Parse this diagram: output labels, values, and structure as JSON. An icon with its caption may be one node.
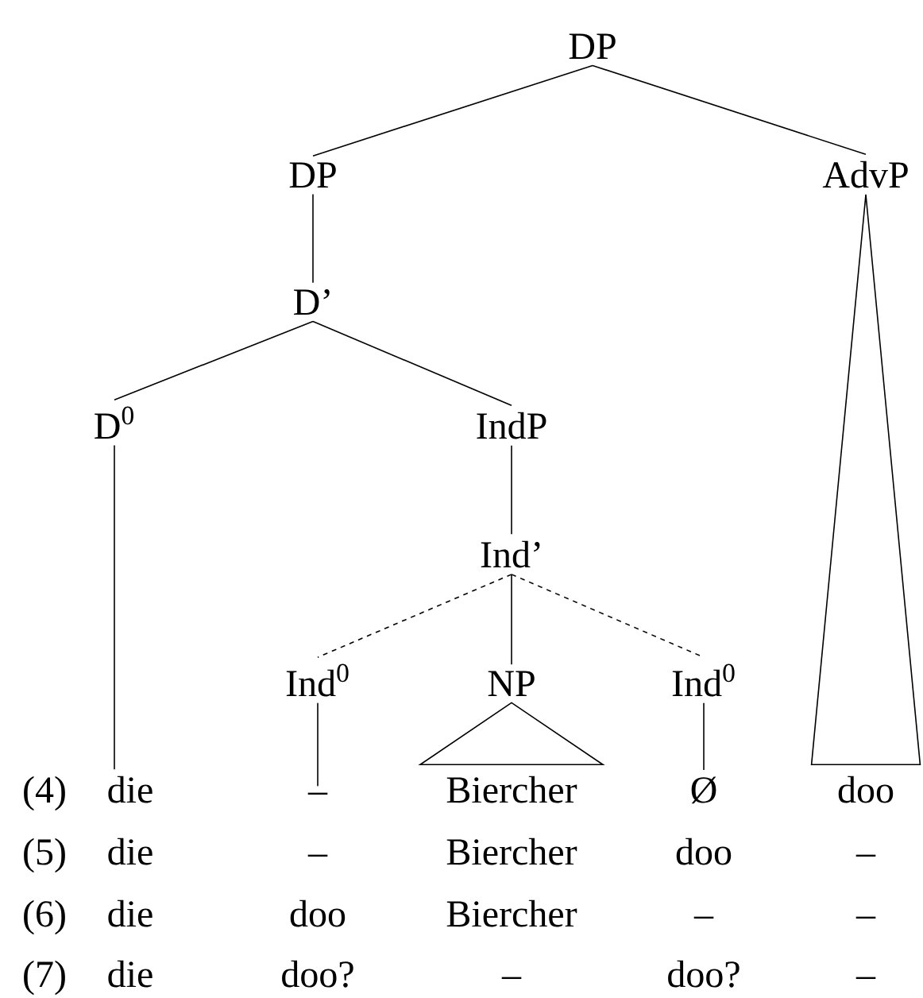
{
  "diagram": {
    "nodes": [
      {
        "text": [
          "DP"
        ]
      },
      {
        "text": [
          "DP"
        ]
      },
      {
        "text": [
          "AdvP"
        ]
      },
      {
        "text": [
          "D’"
        ]
      },
      {
        "text": [
          "D$^{0}$"
        ]
      },
      {
        "text": [
          "IndP"
        ]
      },
      {
        "text": [
          "Ind’"
        ]
      },
      {
        "text": [
          "Ind$^{0}$"
        ]
      },
      {
        "text": [
          "NP"
        ]
      },
      {
        "text": [
          "Ind$^{0}$"
        ]
      },
      {
        "text": [
          "die"
        ]
      },
      {
        "text": [
          "–"
        ]
      },
      {
        "text": [
          "Biercher"
        ]
      },
      {
        "text": [
          "Ø"
        ]
      },
      {
        "text": [
          "doo"
        ]
      }
    ],
    "edges": [
      {
        "from": 0,
        "to": 1,
        "arrow": "none"
      },
      {
        "from": 0,
        "to": 2,
        "arrow": "none"
      },
      {
        "from": 1,
        "to": 3,
        "arrow": "none"
      },
      {
        "from": 3,
        "to": 4,
        "arrow": "none"
      },
      {
        "from": 3,
        "to": 5,
        "arrow": "none"
      },
      {
        "from": 5,
        "to": 6,
        "arrow": "none"
      },
      {
        "from": 6,
        "to": 7,
        "arrow": "none",
        "style": "dashed"
      },
      {
        "from": 6,
        "to": 8,
        "arrow": "none"
      },
      {
        "from": 6,
        "to": 9,
        "arrow": "none",
        "style": "dashed"
      },
      {
        "from": 4,
        "to": 10,
        "arrow": "none"
      },
      {
        "from": 7,
        "to": 11,
        "arrow": "none"
      },
      {
        "from": 8,
        "to": 12,
        "arrow": "none"
      },
      {
        "from": 9,
        "to": 13,
        "arrow": "none"
      },
      {
        "from": 2,
        "to": 14,
        "arrow": "none"
      }
    ],
    "labels": [
      "(4)",
      "(5)",
      "die",
      "–",
      "Biercher",
      "doo",
      "–",
      "(6)",
      "die",
      "doo",
      "Biercher",
      "–",
      "–",
      "(7)",
      "die",
      "doo?",
      "–",
      "doo?",
      "–"
    ]
  }
}
